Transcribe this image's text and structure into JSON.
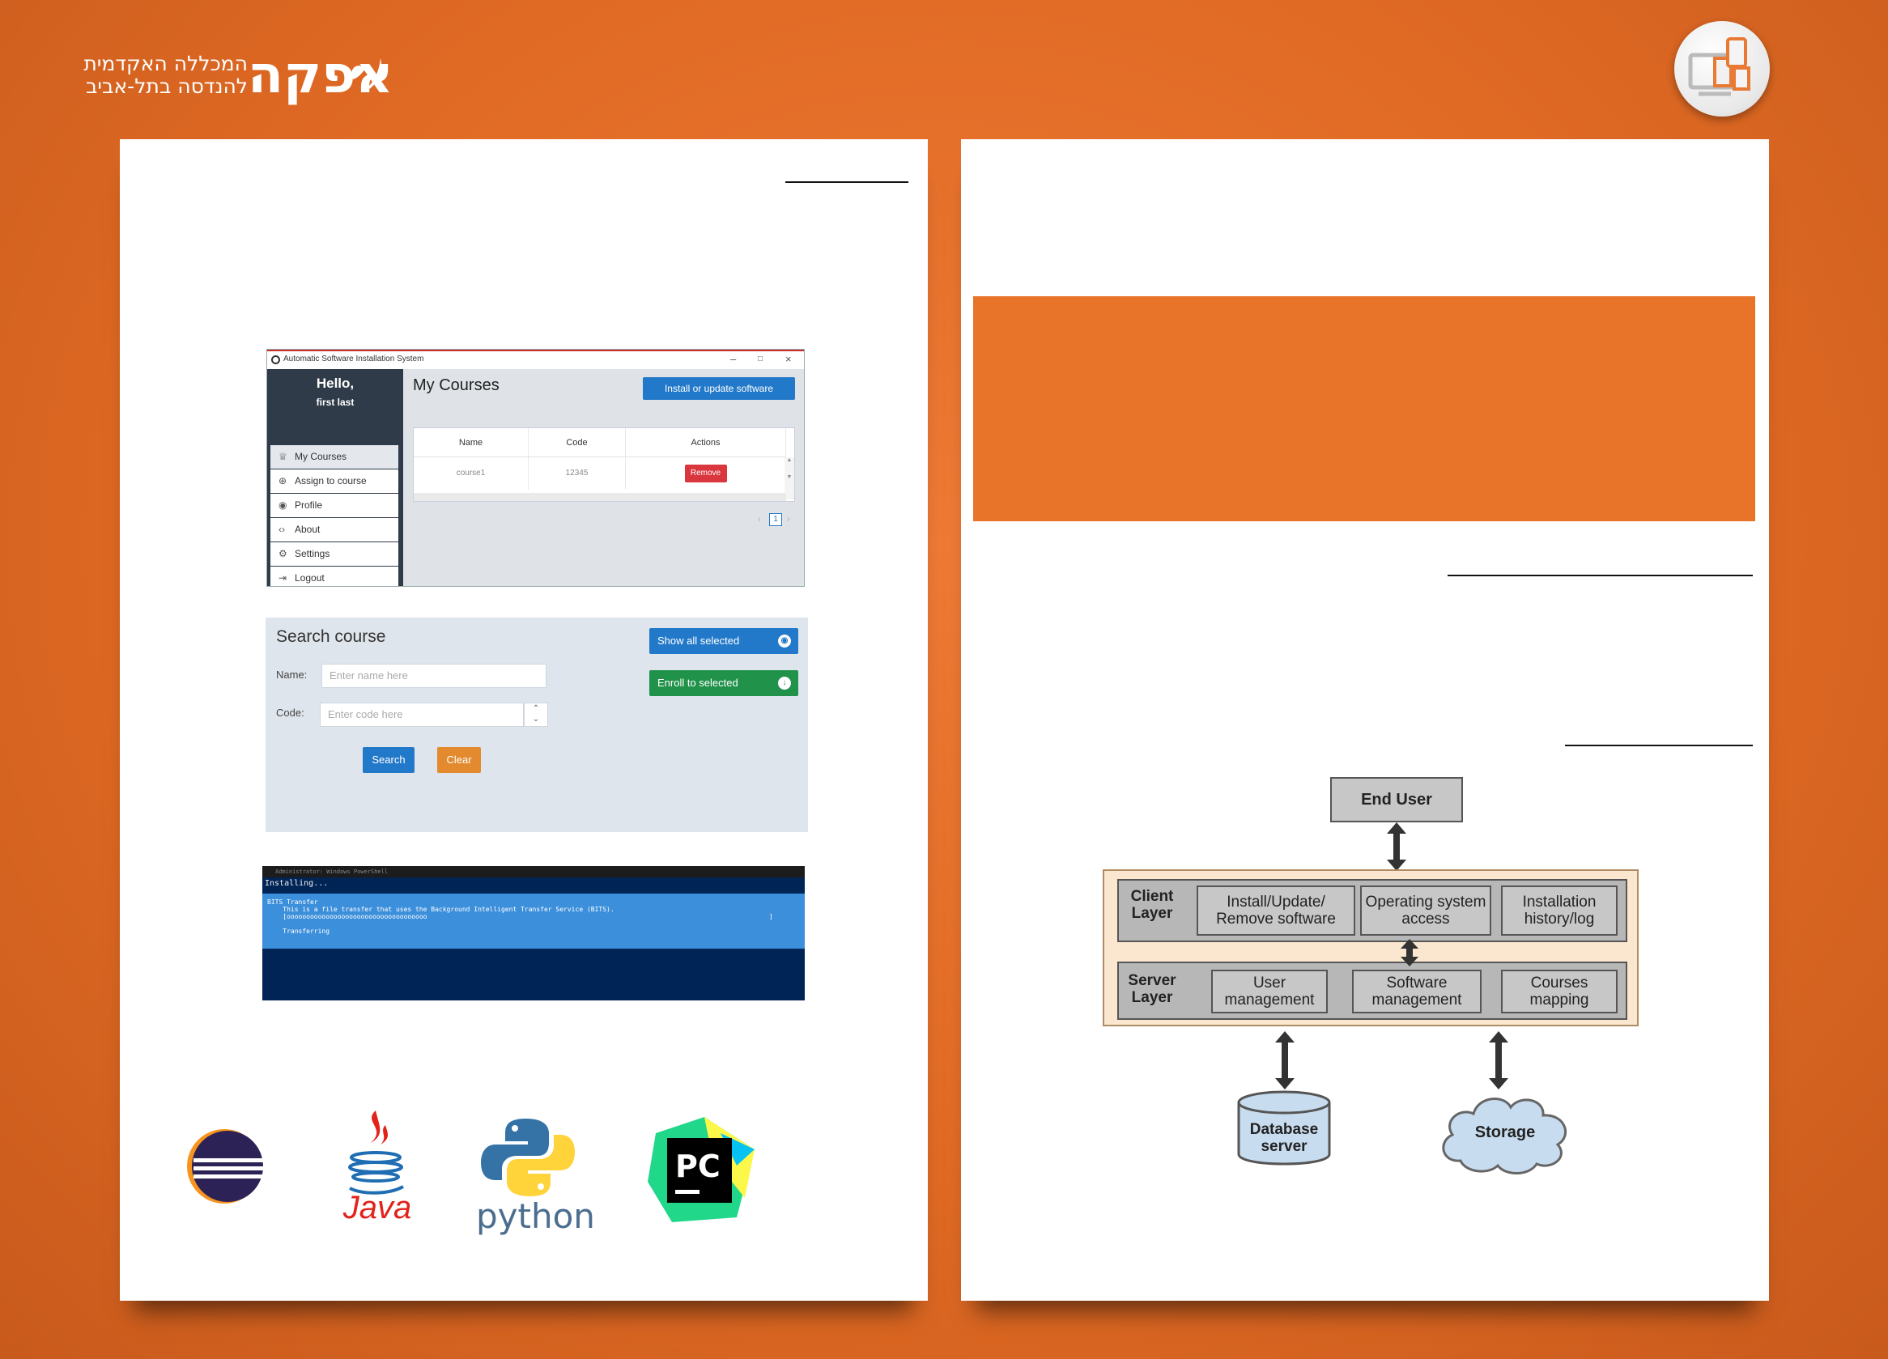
{
  "header": {
    "logo_wordmark": "אפקה",
    "logo_line1": "המכללה האקדמית",
    "logo_line2": "להנדסה בתל-אביב"
  },
  "app_window": {
    "title": "Automatic Software Installation System",
    "hello": "Hello,",
    "user": "first last",
    "menu": [
      {
        "label": "My Courses",
        "icon": "graduation-cap-icon",
        "glyph": "♕"
      },
      {
        "label": "Assign to course",
        "icon": "plus-circle-icon",
        "glyph": "⊕"
      },
      {
        "label": "Profile",
        "icon": "user-icon",
        "glyph": "◉"
      },
      {
        "label": "About",
        "icon": "code-icon",
        "glyph": "‹›"
      },
      {
        "label": "Settings",
        "icon": "gear-icon",
        "glyph": "⚙"
      },
      {
        "label": "Logout",
        "icon": "logout-icon",
        "glyph": "⇥"
      }
    ],
    "main_title": "My Courses",
    "install_button": "Install or update software",
    "table": {
      "headers": [
        "Name",
        "Code",
        "Actions"
      ],
      "rows": [
        {
          "name": "course1",
          "code": "12345",
          "action": "Remove"
        }
      ]
    },
    "page_number": "1"
  },
  "search_panel": {
    "title": "Search course",
    "name_label": "Name:",
    "name_placeholder": "Enter name here",
    "code_label": "Code:",
    "code_placeholder": "Enter code here",
    "search_button": "Search",
    "clear_button": "Clear",
    "show_all_button": "Show all selected",
    "enroll_button": "Enroll to selected"
  },
  "powershell": {
    "title": "Administrator: Windows PowerShell",
    "installing": "Installing...",
    "bits_title": "BITS Transfer",
    "bits_desc": "    This is a file transfer that uses the Background Intelligent Transfer Service (BITS).",
    "progress": "    [oooooooooooooooooooooooooooooooooooo",
    "status": "    Transferring",
    "cursor": "]"
  },
  "tools": {
    "java_label": "Java",
    "python_label": "python",
    "pycharm_label": "PC"
  },
  "diagram": {
    "end_user": "End User",
    "client_layer": "Client Layer",
    "client_items": [
      "Install/Update/ Remove software",
      "Operating system access",
      "Installation history/log"
    ],
    "server_layer": "Server Layer",
    "server_items": [
      "User management",
      "Software management",
      "Courses mapping"
    ],
    "database": "Database server",
    "storage": "Storage"
  },
  "colors": {
    "background": "#e36d27",
    "orange_block": "#e8742a",
    "primary_blue": "#2379c9",
    "success_green": "#21924a",
    "danger_red": "#d9363e",
    "warning_orange": "#e3892e",
    "sidebar_dark": "#2f3b48",
    "powershell_blue": "#012456"
  }
}
